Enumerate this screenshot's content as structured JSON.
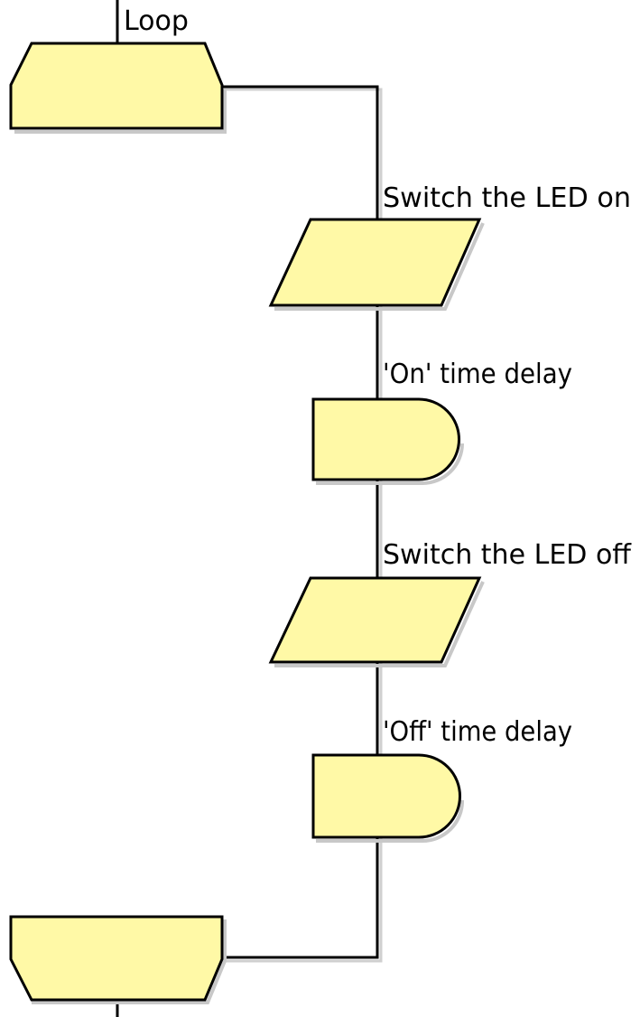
{
  "diagram": {
    "type": "flowchart",
    "colors": {
      "node_fill": "#fff9a6",
      "line": "#000000",
      "shadow": "#c8c8c8"
    },
    "nodes": [
      {
        "id": "loop-start",
        "shape": "loop-start",
        "label": "Loop"
      },
      {
        "id": "output-on",
        "shape": "parallelogram",
        "label": "Switch the LED on"
      },
      {
        "id": "delay-on",
        "shape": "delay",
        "label": "'On' time delay"
      },
      {
        "id": "output-off",
        "shape": "parallelogram",
        "label": "Switch the LED off"
      },
      {
        "id": "delay-off",
        "shape": "delay",
        "label": "'Off' time delay"
      },
      {
        "id": "loop-end",
        "shape": "loop-end",
        "label": ""
      }
    ],
    "edges": [
      {
        "from": "loop-start",
        "to": "output-on"
      },
      {
        "from": "output-on",
        "to": "delay-on"
      },
      {
        "from": "delay-on",
        "to": "output-off"
      },
      {
        "from": "output-off",
        "to": "delay-off"
      },
      {
        "from": "delay-off",
        "to": "loop-end"
      }
    ]
  }
}
